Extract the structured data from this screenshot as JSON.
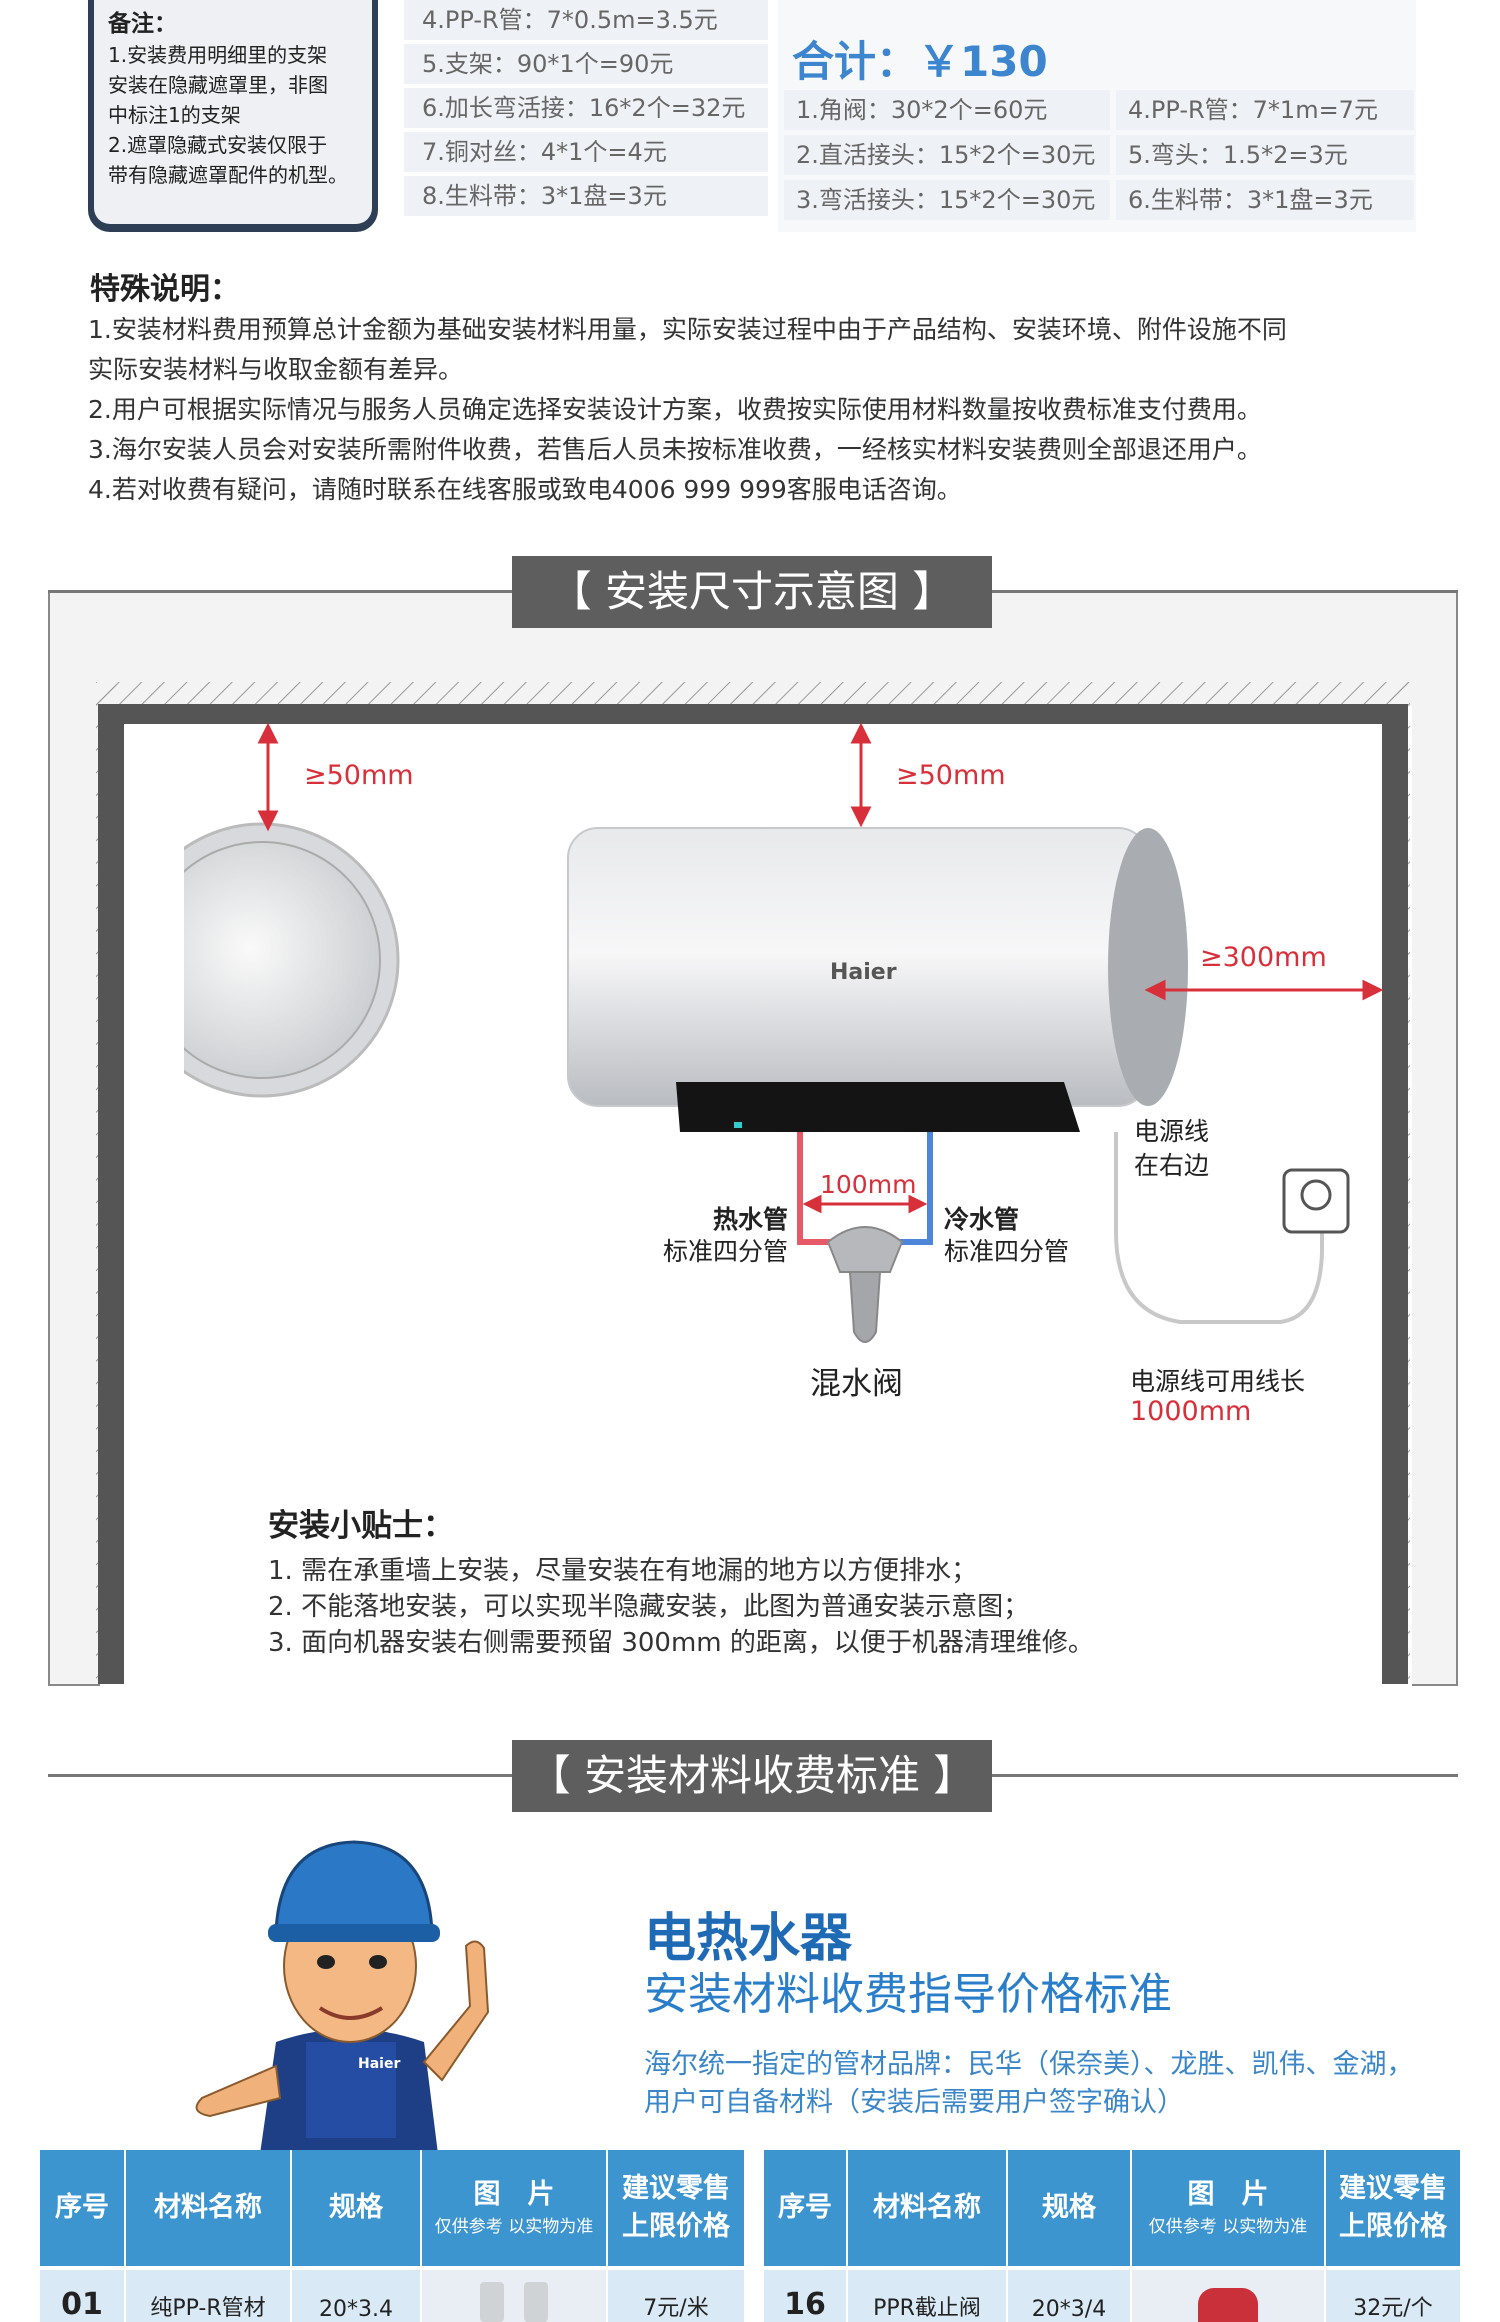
{
  "note": {
    "title": "备注：",
    "lines": [
      "1.安装费用明细里的支架",
      "安装在隐藏遮罩里，非图",
      "中标注1的支架",
      "2.遮罩隐藏式安装仅限于",
      "带有隐藏遮罩配件的机型。"
    ]
  },
  "list_a": [
    "4.PP-R管：7*0.5m=3.5元",
    "5.支架：90*1个=90元",
    "6.加长弯活接：16*2个=32元",
    "7.铜对丝：4*1个=4元",
    "8.生料带：3*1盘=3元"
  ],
  "total": "合计：￥130",
  "list_b": [
    "1.角阀：30*2个=60元",
    "2.直活接头：15*2个=30元",
    "3.弯活接头：15*2个=30元",
    "4.PP-R管：7*1m=7元",
    "5.弯头：1.5*2=3元",
    "6.生料带：3*1盘=3元"
  ],
  "special": {
    "title": "特殊说明：",
    "lines": [
      "1.安装材料费用预算总计金额为基础安装材料用量，实际安装过程中由于产品结构、安装环境、附件设施不同",
      "实际安装材料与收取金额有差异。",
      "2.用户可根据实际情况与服务人员确定选择安装设计方案，收费按实际使用材料数量按收费标准支付费用。",
      "3.海尔安装人员会对安装所需附件收费，若售后人员未按标准收费，一经核实材料安装费则全部退还用户。",
      "4.若对收费有疑问，请随时联系在线客服或致电4006 999 999客服电话咨询。"
    ]
  },
  "diagram": {
    "banner": "【 安装尺寸示意图 】",
    "top_left_gap": "≥50mm",
    "top_gap": "≥50mm",
    "right_gap": "≥300mm",
    "brand": "Haier",
    "pipe_gap": "100mm",
    "hot_pipe": "热水管",
    "hot_pipe_spec": "标准四分管",
    "cold_pipe": "冷水管",
    "cold_pipe_spec": "标准四分管",
    "mixer": "混水阀",
    "cord_side_1": "电源线",
    "cord_side_2": "在右边",
    "cord_len": "电源线可用线长",
    "cord_len_value": "1000mm"
  },
  "tips": {
    "title": "安装小贴士：",
    "lines": [
      "1. 需在承重墙上安装，尽量安装在有地漏的地方以方便排水；",
      "2. 不能落地安装，可以实现半隐藏安装，此图为普通安装示意图；",
      "3. 面向机器安装右侧需要预留 300mm 的距离，以便于机器清理维修。"
    ]
  },
  "materials": {
    "banner": "【 安装材料收费标准 】",
    "title": "电热水器",
    "subtitle": "安装材料收费指导价格标准",
    "note_1": "海尔统一指定的管材品牌：民华（保奈美）、龙胜、凯伟、金湖，",
    "note_2": "用户可自备材料（安装后需要用户签字确认）",
    "worker_badge": "Haier",
    "headers": {
      "no": "序号",
      "name": "材料名称",
      "spec": "规格",
      "pic": "图　片",
      "pic_note": "仅供参考 以实物为准",
      "price_1": "建议零售",
      "price_2": "上限价格"
    },
    "row_left": {
      "no": "01",
      "name": "纯PP-R管材",
      "spec": "20*3.4",
      "price": "7元/米"
    },
    "row_right": {
      "no": "16",
      "name": "PPR截止阀",
      "spec": "20*3/4",
      "price": "32元/个"
    }
  }
}
